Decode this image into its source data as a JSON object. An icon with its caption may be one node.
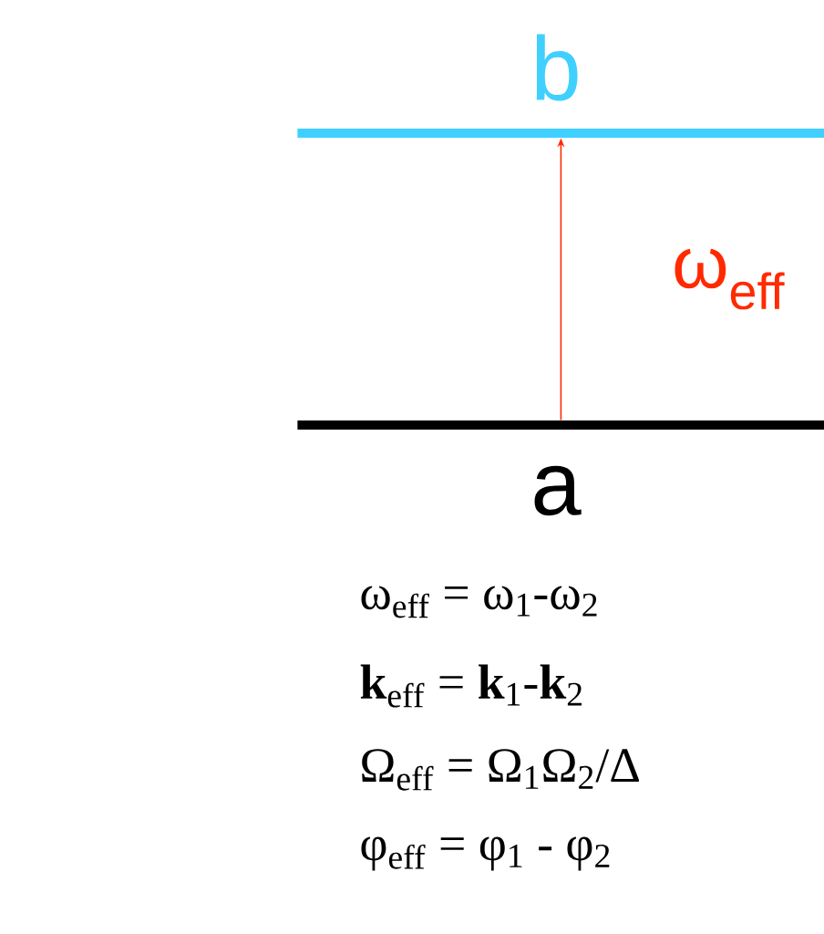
{
  "diagram": {
    "nodes": [
      {
        "text": [
          "b"
        ]
      },
      {
        "text": [
          "a"
        ]
      }
    ],
    "edges": [
      {
        "from": 1,
        "to": 0,
        "arrow": "to",
        "label": "ω$_{eff}$",
        "color": "#ff2a00"
      }
    ],
    "labels": [
      "ω$_{eff}$ = ω$_{1}$-ω$_{2}$",
      "**k**$_{eff}$ = **k**$_{1}$-**k**$_{2}$",
      "Ω$_{eff}$ = Ω$_{1}$Ω$_{2}$/Δ",
      "φ$_{eff}$ = φ$_{1}$ - φ$_{2}$"
    ]
  }
}
